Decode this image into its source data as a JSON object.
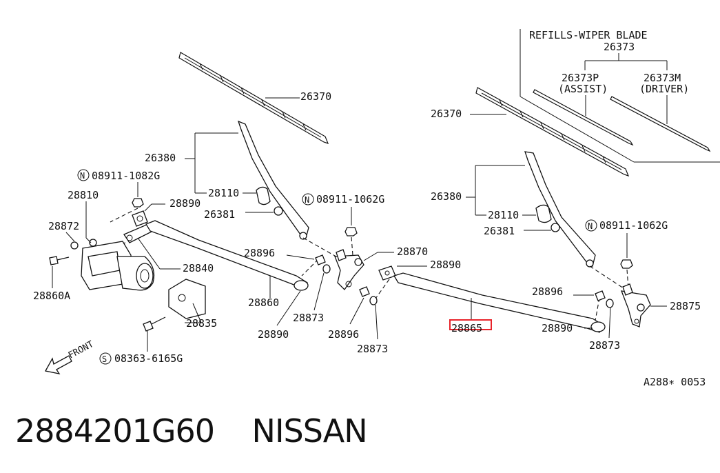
{
  "caption": "2884201G60    NISSAN",
  "diagram_code": "A288∗ 0053",
  "front_label": "FRONT",
  "highlight_color": "#e8232a",
  "labels": {
    "refills_title": "REFILLS-WIPER BLADE",
    "refills_code": "26373",
    "refill_assist_code": "26373P",
    "refill_assist_name": "(ASSIST)",
    "refill_driver_code": "26373M",
    "refill_driver_name": "(DRIVER)",
    "blade_left": "26370",
    "blade_right": "26370",
    "arm_left": "26380",
    "arm_right": "26380",
    "cap_left": "28110",
    "cap_right": "28110",
    "washer_arm_left": "26381",
    "washer_arm_right": "26381",
    "nut_motor": "08911-1082G",
    "nut_pivot_left": "08911-1062G",
    "nut_pivot_right": "08911-1062G",
    "motor": "28810",
    "motor_washer": "28872",
    "motor_bolt": "28860A",
    "crank_bush": "28890",
    "crank_arm": "28840",
    "bracket": "28835",
    "screw": "08363-6165G",
    "bush_a": "28896",
    "link_left": "28860",
    "washer_a": "28873",
    "bush_b": "28890",
    "pivot_left": "28870",
    "bush_c": "28890",
    "bush_d": "28896",
    "washer_b": "28873",
    "link_right_highlighted": "28865",
    "bush_e": "28896",
    "bush_f": "28890",
    "washer_c": "28873",
    "pivot_right": "28875"
  },
  "symbols": {
    "n_mark": "N",
    "s_mark": "S"
  }
}
